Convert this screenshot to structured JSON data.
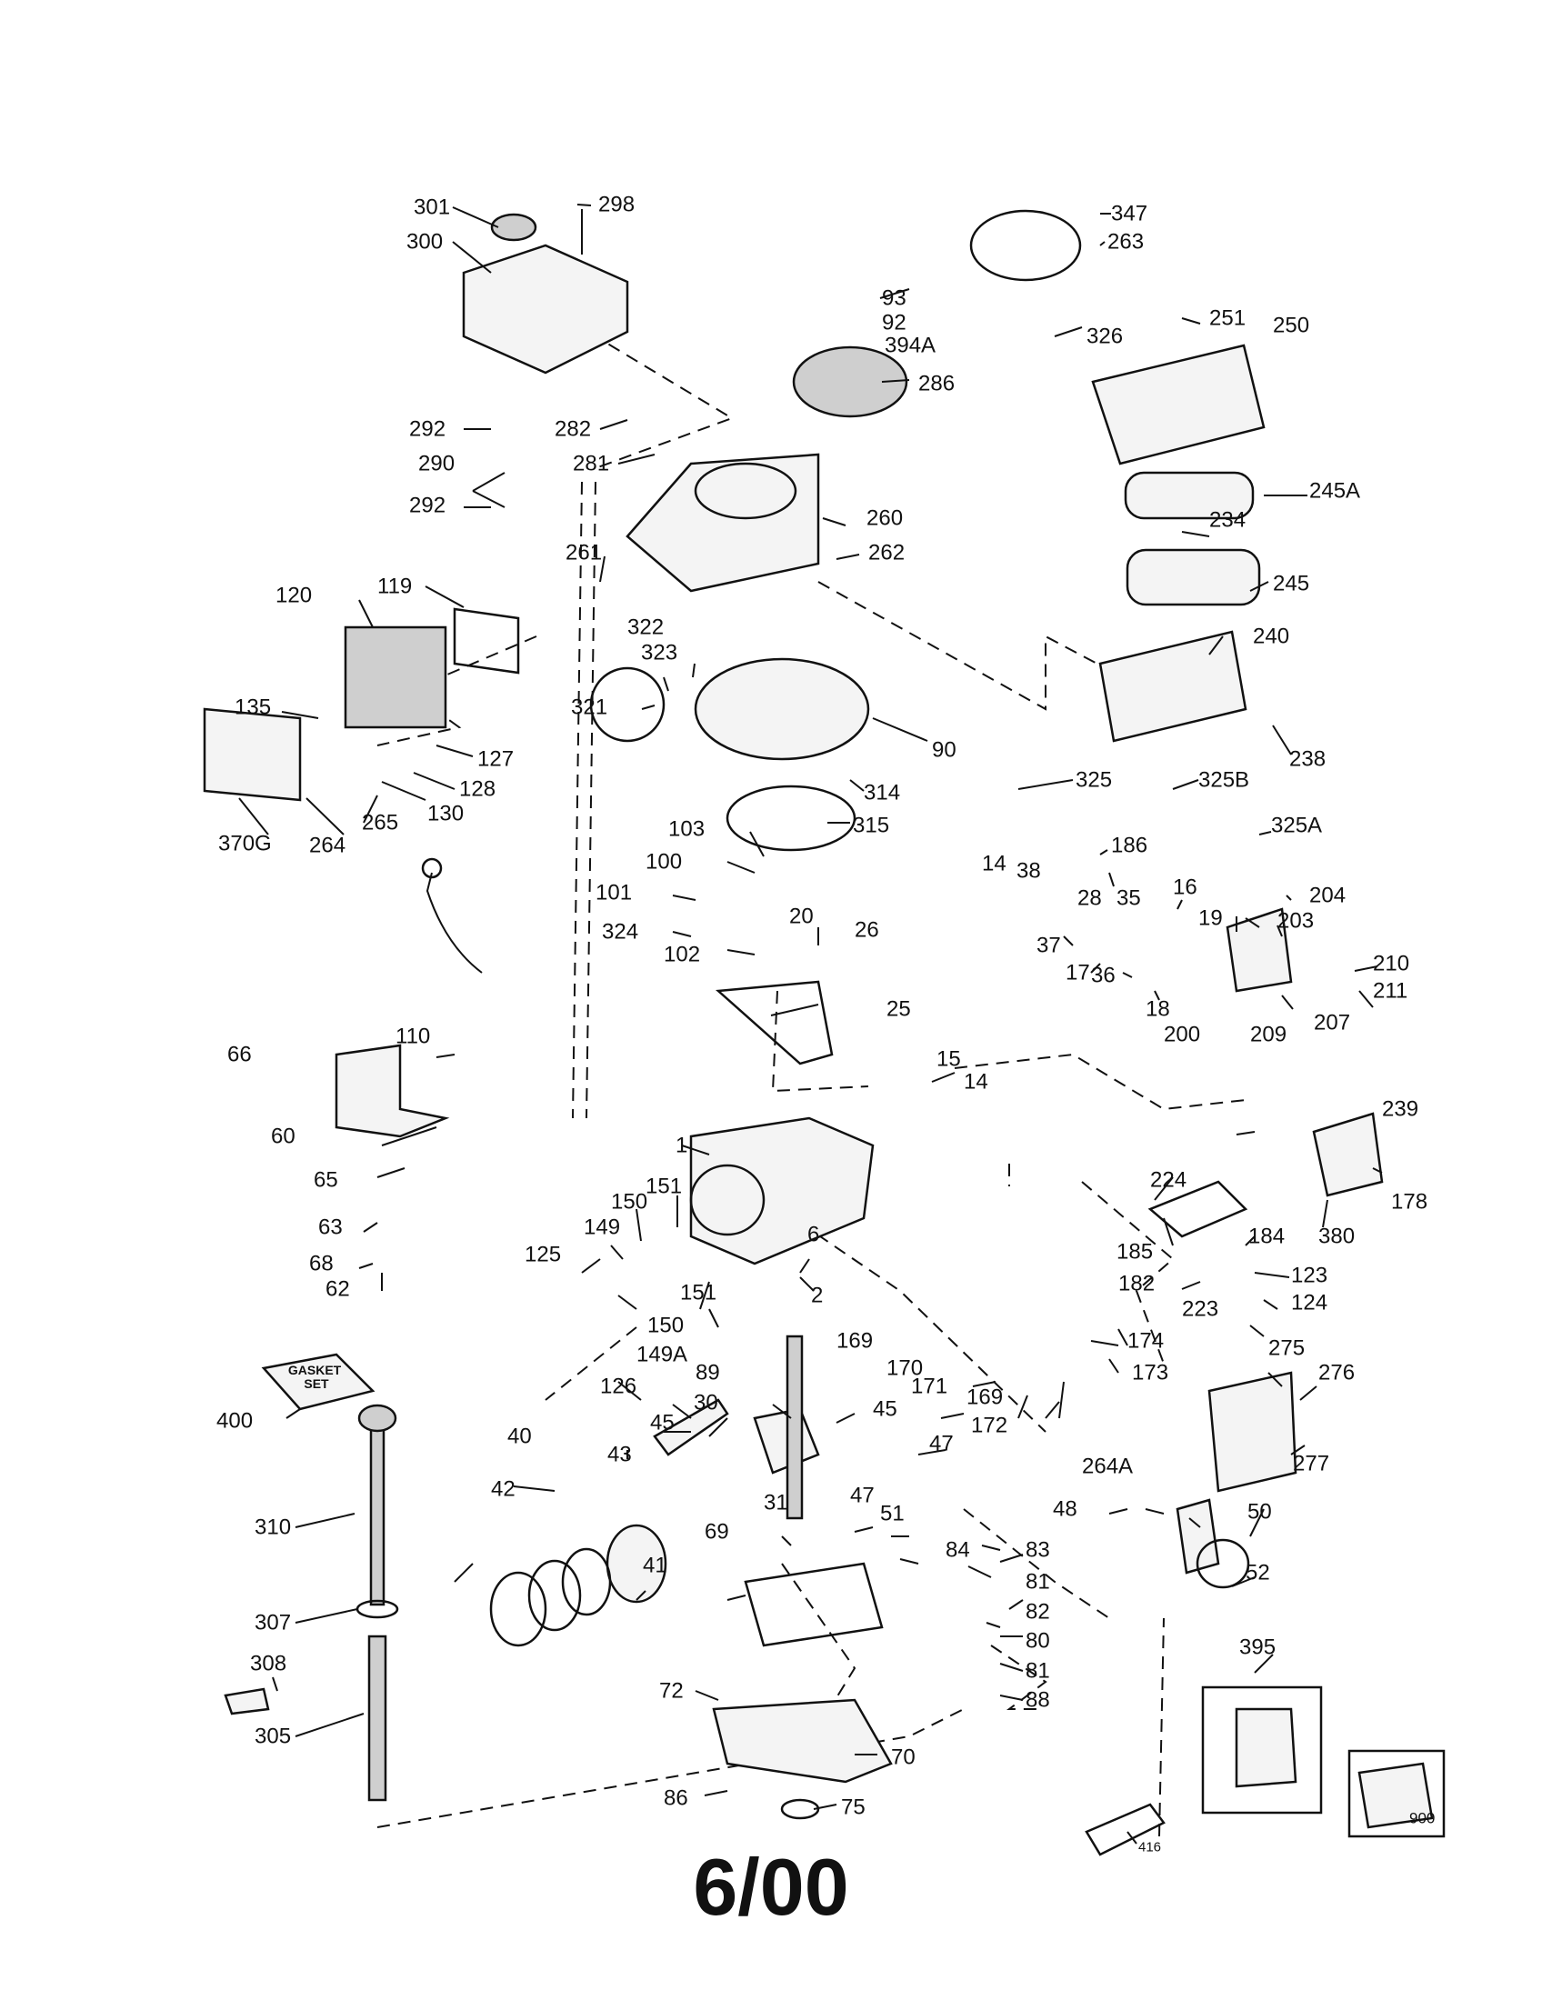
{
  "footer": {
    "date_code": "6/00"
  },
  "diagram": {
    "gasket_box_label": "GASKET\nSET",
    "callouts": [
      {
        "id": "301",
        "label": "301"
      },
      {
        "id": "298",
        "label": "298"
      },
      {
        "id": "300",
        "label": "300"
      },
      {
        "id": "347",
        "label": "347"
      },
      {
        "id": "263",
        "label": "263"
      },
      {
        "id": "93",
        "label": "93"
      },
      {
        "id": "92",
        "label": "92"
      },
      {
        "id": "394A",
        "label": "394A"
      },
      {
        "id": "251",
        "label": "251"
      },
      {
        "id": "250",
        "label": "250"
      },
      {
        "id": "326",
        "label": "326"
      },
      {
        "id": "286",
        "label": "286"
      },
      {
        "id": "292a",
        "label": "292"
      },
      {
        "id": "282",
        "label": "282"
      },
      {
        "id": "290",
        "label": "290"
      },
      {
        "id": "281",
        "label": "281"
      },
      {
        "id": "292b",
        "label": "292"
      },
      {
        "id": "245A",
        "label": "245A"
      },
      {
        "id": "260",
        "label": "260"
      },
      {
        "id": "234",
        "label": "234"
      },
      {
        "id": "261",
        "label": "261"
      },
      {
        "id": "262",
        "label": "262"
      },
      {
        "id": "120",
        "label": "120"
      },
      {
        "id": "119",
        "label": "119"
      },
      {
        "id": "245",
        "label": "245"
      },
      {
        "id": "322",
        "label": "322"
      },
      {
        "id": "323",
        "label": "323"
      },
      {
        "id": "240",
        "label": "240"
      },
      {
        "id": "321",
        "label": "321"
      },
      {
        "id": "135",
        "label": "135"
      },
      {
        "id": "90",
        "label": "90"
      },
      {
        "id": "127",
        "label": "127"
      },
      {
        "id": "238",
        "label": "238"
      },
      {
        "id": "128",
        "label": "128"
      },
      {
        "id": "314",
        "label": "314"
      },
      {
        "id": "325",
        "label": "325"
      },
      {
        "id": "325B",
        "label": "325B"
      },
      {
        "id": "130",
        "label": "130"
      },
      {
        "id": "265",
        "label": "265"
      },
      {
        "id": "315",
        "label": "315"
      },
      {
        "id": "370G",
        "label": "370G"
      },
      {
        "id": "264",
        "label": "264"
      },
      {
        "id": "325A",
        "label": "325A"
      },
      {
        "id": "103",
        "label": "103"
      },
      {
        "id": "186",
        "label": "186"
      },
      {
        "id": "100",
        "label": "100"
      },
      {
        "id": "14a",
        "label": "14"
      },
      {
        "id": "38",
        "label": "38"
      },
      {
        "id": "16",
        "label": "16"
      },
      {
        "id": "204",
        "label": "204"
      },
      {
        "id": "101",
        "label": "101"
      },
      {
        "id": "28",
        "label": "28"
      },
      {
        "id": "35",
        "label": "35"
      },
      {
        "id": "20",
        "label": "20"
      },
      {
        "id": "26",
        "label": "26"
      },
      {
        "id": "19",
        "label": "19"
      },
      {
        "id": "203",
        "label": "203"
      },
      {
        "id": "324",
        "label": "324"
      },
      {
        "id": "102",
        "label": "102"
      },
      {
        "id": "37",
        "label": "37"
      },
      {
        "id": "17",
        "label": "17"
      },
      {
        "id": "36",
        "label": "36"
      },
      {
        "id": "210",
        "label": "210"
      },
      {
        "id": "110",
        "label": "110"
      },
      {
        "id": "211",
        "label": "211"
      },
      {
        "id": "18",
        "label": "18"
      },
      {
        "id": "25",
        "label": "25"
      },
      {
        "id": "200",
        "label": "200"
      },
      {
        "id": "209",
        "label": "209"
      },
      {
        "id": "207",
        "label": "207"
      },
      {
        "id": "66",
        "label": "66"
      },
      {
        "id": "15",
        "label": "15"
      },
      {
        "id": "14b",
        "label": "14"
      },
      {
        "id": "239",
        "label": "239"
      },
      {
        "id": "60",
        "label": "60"
      },
      {
        "id": "1",
        "label": "1"
      },
      {
        "id": "224",
        "label": "224"
      },
      {
        "id": "178",
        "label": "178"
      },
      {
        "id": "65",
        "label": "65"
      },
      {
        "id": "151a",
        "label": "151"
      },
      {
        "id": "150a",
        "label": "150"
      },
      {
        "id": "380",
        "label": "380"
      },
      {
        "id": "63",
        "label": "63"
      },
      {
        "id": "149",
        "label": "149"
      },
      {
        "id": "185",
        "label": "185"
      },
      {
        "id": "184",
        "label": "184"
      },
      {
        "id": "68",
        "label": "68"
      },
      {
        "id": "6",
        "label": "6"
      },
      {
        "id": "125",
        "label": "125"
      },
      {
        "id": "62",
        "label": "62"
      },
      {
        "id": "2",
        "label": "2"
      },
      {
        "id": "182",
        "label": "182"
      },
      {
        "id": "123",
        "label": "123"
      },
      {
        "id": "223",
        "label": "223"
      },
      {
        "id": "151b",
        "label": "151"
      },
      {
        "id": "124",
        "label": "124"
      },
      {
        "id": "150b",
        "label": "150"
      },
      {
        "id": "169a",
        "label": "169"
      },
      {
        "id": "149A",
        "label": "149A"
      },
      {
        "id": "174",
        "label": "174"
      },
      {
        "id": "275",
        "label": "275"
      },
      {
        "id": "170",
        "label": "170"
      },
      {
        "id": "89",
        "label": "89"
      },
      {
        "id": "171",
        "label": "171"
      },
      {
        "id": "276",
        "label": "276"
      },
      {
        "id": "173",
        "label": "173"
      },
      {
        "id": "400",
        "label": "400"
      },
      {
        "id": "126",
        "label": "126"
      },
      {
        "id": "169b",
        "label": "169"
      },
      {
        "id": "30",
        "label": "30"
      },
      {
        "id": "172",
        "label": "172"
      },
      {
        "id": "45a",
        "label": "45"
      },
      {
        "id": "45b",
        "label": "45"
      },
      {
        "id": "40",
        "label": "40"
      },
      {
        "id": "47a",
        "label": "47"
      },
      {
        "id": "264A",
        "label": "264A"
      },
      {
        "id": "277",
        "label": "277"
      },
      {
        "id": "43",
        "label": "43"
      },
      {
        "id": "42",
        "label": "42"
      },
      {
        "id": "48",
        "label": "48"
      },
      {
        "id": "47b",
        "label": "47"
      },
      {
        "id": "51",
        "label": "51"
      },
      {
        "id": "50",
        "label": "50"
      },
      {
        "id": "310",
        "label": "310"
      },
      {
        "id": "31",
        "label": "31"
      },
      {
        "id": "84",
        "label": "84"
      },
      {
        "id": "83",
        "label": "83"
      },
      {
        "id": "69",
        "label": "69"
      },
      {
        "id": "41",
        "label": "41"
      },
      {
        "id": "81a",
        "label": "81"
      },
      {
        "id": "52",
        "label": "52"
      },
      {
        "id": "307",
        "label": "307"
      },
      {
        "id": "82",
        "label": "82"
      },
      {
        "id": "80",
        "label": "80"
      },
      {
        "id": "395",
        "label": "395"
      },
      {
        "id": "308",
        "label": "308"
      },
      {
        "id": "72",
        "label": "72"
      },
      {
        "id": "81b",
        "label": "81"
      },
      {
        "id": "88",
        "label": "88"
      },
      {
        "id": "305",
        "label": "305"
      },
      {
        "id": "70",
        "label": "70"
      },
      {
        "id": "86",
        "label": "86"
      },
      {
        "id": "75",
        "label": "75"
      },
      {
        "id": "416",
        "label": "416"
      },
      {
        "id": "900",
        "label": "900"
      }
    ]
  }
}
